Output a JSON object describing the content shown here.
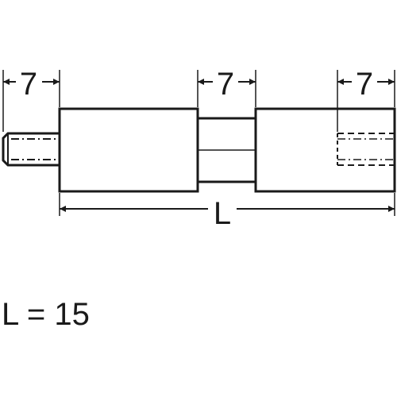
{
  "drawing": {
    "dimensions": {
      "left_thread_length": "7",
      "middle_section_length": "7",
      "right_bore_depth": "7",
      "overall_length": "L"
    },
    "formula": "L = 15",
    "colors": {
      "line": "#1a1a1a",
      "background": "#ffffff"
    }
  }
}
